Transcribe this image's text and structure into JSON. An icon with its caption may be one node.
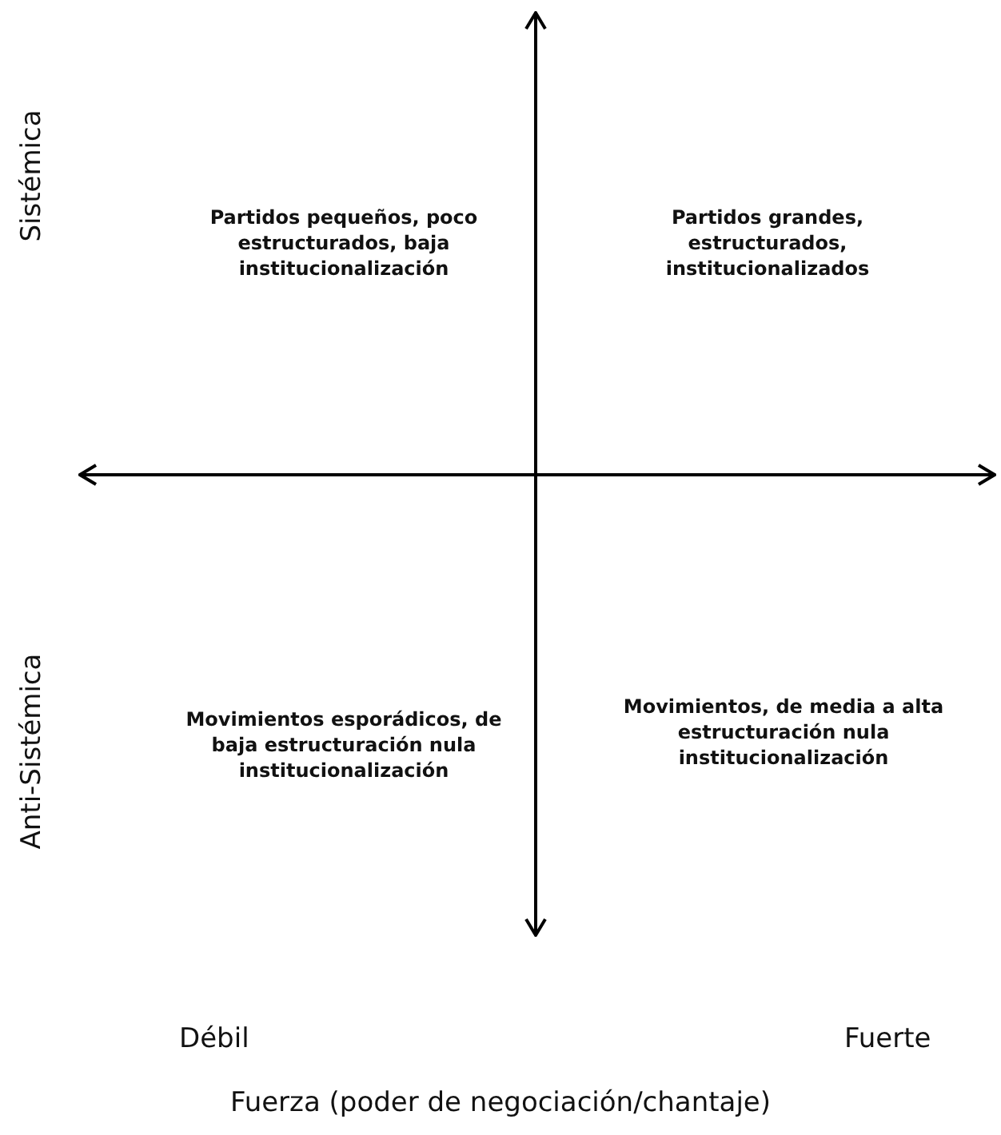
{
  "diagram": {
    "labels": [
      "Sistémica",
      "Partidos pequeños, poco estructurados, baja institucionalización",
      "Partidos grandes, estructurados, institucionalizados",
      "Anti-Sistémica",
      "Movimientos esporádicos, de baja estructuración nula institucionalización",
      "Movimientos, de media a alta estructuración nula institucionalización",
      "Débil",
      "Fuerte",
      "Fuerza (poder de negociación/chantaje)"
    ]
  }
}
